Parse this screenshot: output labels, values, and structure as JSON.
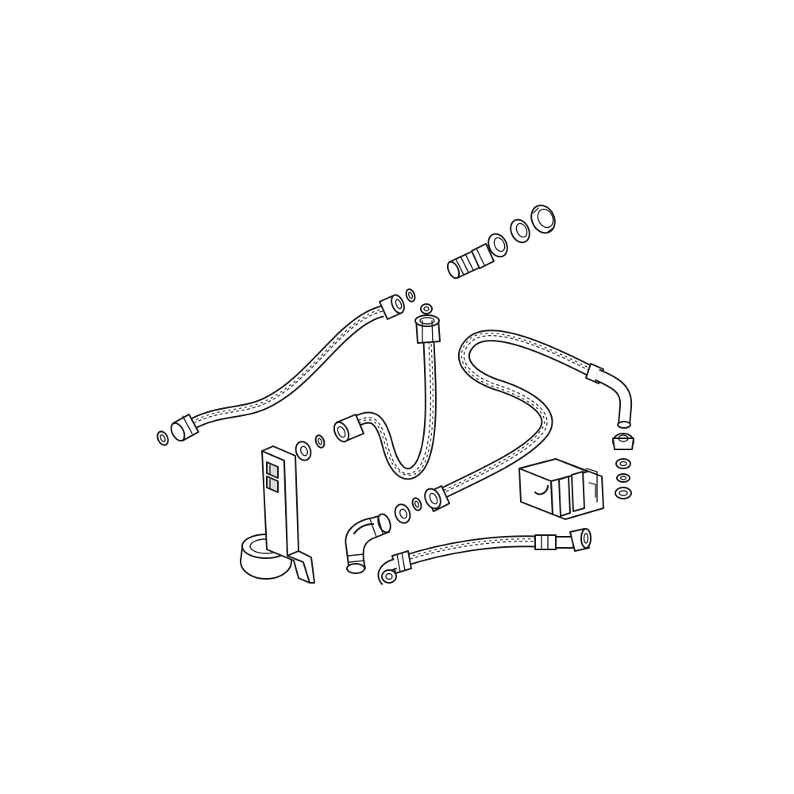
{
  "figure": {
    "background": "#ffffff",
    "line_color": "#1a1a1a",
    "parts": [
      {
        "name": "braided-hose-left"
      },
      {
        "name": "braided-hose-middle"
      },
      {
        "name": "braided-hose-long"
      },
      {
        "name": "braided-hose-bottom"
      },
      {
        "name": "threaded-nipple"
      },
      {
        "name": "compression-rings"
      },
      {
        "name": "sealing-washers"
      },
      {
        "name": "elbow-fitting"
      },
      {
        "name": "mounting-bracket-foot"
      },
      {
        "name": "clip-holder-block"
      }
    ]
  }
}
